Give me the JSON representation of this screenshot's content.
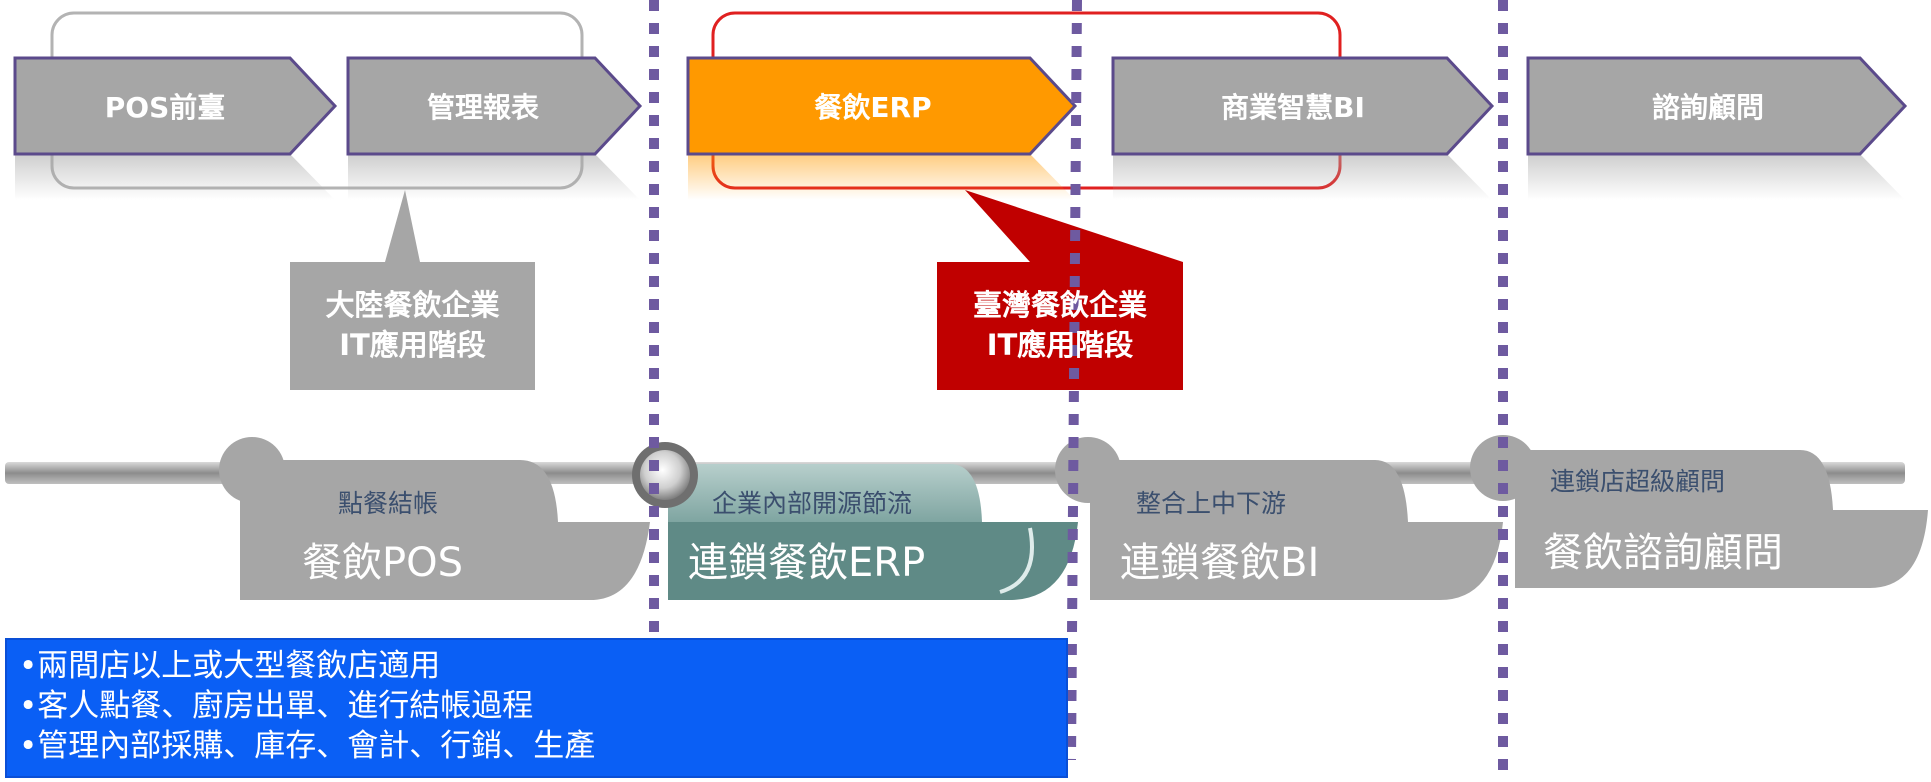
{
  "stages": [
    {
      "label": "POS前臺",
      "highlight": false
    },
    {
      "label": "管理報表",
      "highlight": false
    },
    {
      "label": "餐飲ERP",
      "highlight": true
    },
    {
      "label": "商業智慧BI",
      "highlight": false
    },
    {
      "label": "諮詢顧問",
      "highlight": false
    }
  ],
  "callouts": {
    "mainland": {
      "line1": "大陸餐飲企業",
      "line2": "IT應用階段"
    },
    "taiwan": {
      "line1": "臺灣餐飲企業",
      "line2": "IT應用階段"
    }
  },
  "cards": [
    {
      "subtitle": "點餐結帳",
      "title": "餐飲POS"
    },
    {
      "subtitle": "企業內部開源節流",
      "title": "連鎖餐飲ERP"
    },
    {
      "subtitle": "整合上中下游",
      "title": "連鎖餐飲BI"
    },
    {
      "subtitle": "連鎖店超級顧問",
      "title": "餐飲諮詢顧問"
    }
  ],
  "info_lines": [
    "•兩間店以上或大型餐飲店適用",
    "•客人點餐、廚房出單、進行結帳過程",
    "•管理內部採購、庫存、會計、行銷、生產"
  ],
  "colors": {
    "stage_gray": "#a6a6a6",
    "stage_border": "#5b4a8b",
    "erp_orange": "#ff9900",
    "taiwan_red": "#c00000",
    "card_gray": "#a6a6a6",
    "erp_card": "#5f8a86",
    "info_blue": "#0a5ff5",
    "divider": "#6e5aa0"
  }
}
